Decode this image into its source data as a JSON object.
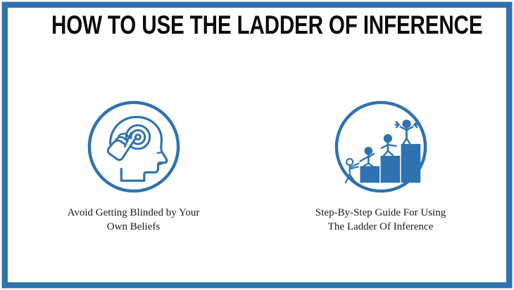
{
  "slide": {
    "title": "HOW TO USE THE LADDER OF INFERENCE",
    "border_color": "#2e72b0",
    "accent_color": "#2e72b0",
    "background_color": "#ffffff",
    "title_color": "#0b0b0b"
  },
  "cards": [
    {
      "icon_name": "head-with-pointing-hand-icon",
      "icon_description": "Circular outline icon of a human head profile with a hand tapping a target inside the brain",
      "caption_line1": "Avoid Getting Blinded by Your",
      "caption_line2": "Own Beliefs",
      "caption": "Avoid Getting Blinded by Your Own Beliefs"
    },
    {
      "icon_name": "people-climbing-stairs-icon",
      "icon_description": "Circular icon of three figures climbing a blue three-step staircase, one helping another up and one celebrating at the top",
      "caption_line1": "Step-By-Step Guide For Using",
      "caption_line2": "The Ladder Of Inference",
      "caption": "Step-By-Step Guide For Using The Ladder Of Inference"
    }
  ]
}
